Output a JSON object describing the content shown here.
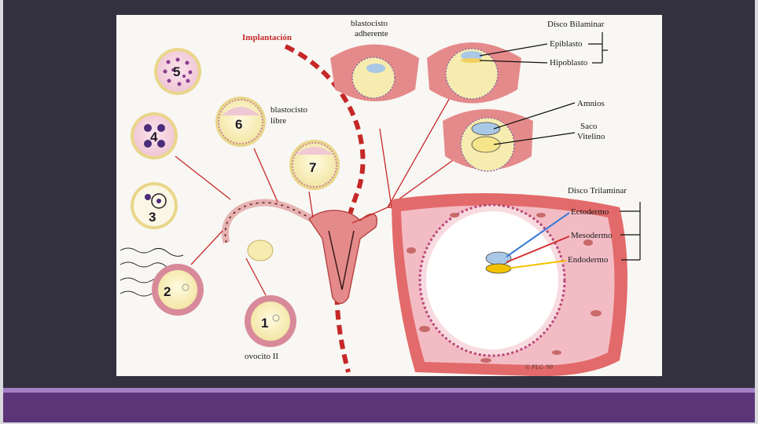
{
  "slide": {
    "background": "#33313f",
    "accent": "#a57fc4",
    "footer": "#5b3578"
  },
  "figure": {
    "implantation_label": "Implantación",
    "adherent_label_1": "blastocisto",
    "adherent_label_2": "adherente",
    "free_label_1": "blastocisto",
    "free_label_2": "libre",
    "oocyte_label": "ovocito II",
    "bilaminar_title": "Disco Bilaminar",
    "epiblast": "Epiblasto",
    "hypoblast": "Hipoblasto",
    "amnion": "Amnios",
    "yolk_sac_1": "Saco",
    "yolk_sac_2": "Vitelino",
    "trilaminar_title": "Disco Trilaminar",
    "ectoderm": "Ectodermo",
    "mesoderm": "Mesodermo",
    "endoderm": "Endodermo",
    "stages": [
      "1",
      "2",
      "3",
      "4",
      "5",
      "6",
      "7"
    ],
    "credit": "© PLG '99",
    "colors": {
      "tissue": "#e58a8a",
      "tissue_dark": "#cf4a4a",
      "cell_yellow": "#f6ecb0",
      "ring_yellow": "#e6cf7a",
      "dashed_red": "#c62828",
      "ectoderm_line": "#3a7bd5",
      "mesoderm_line": "#d32f2f",
      "endoderm_line": "#f2c200"
    }
  }
}
